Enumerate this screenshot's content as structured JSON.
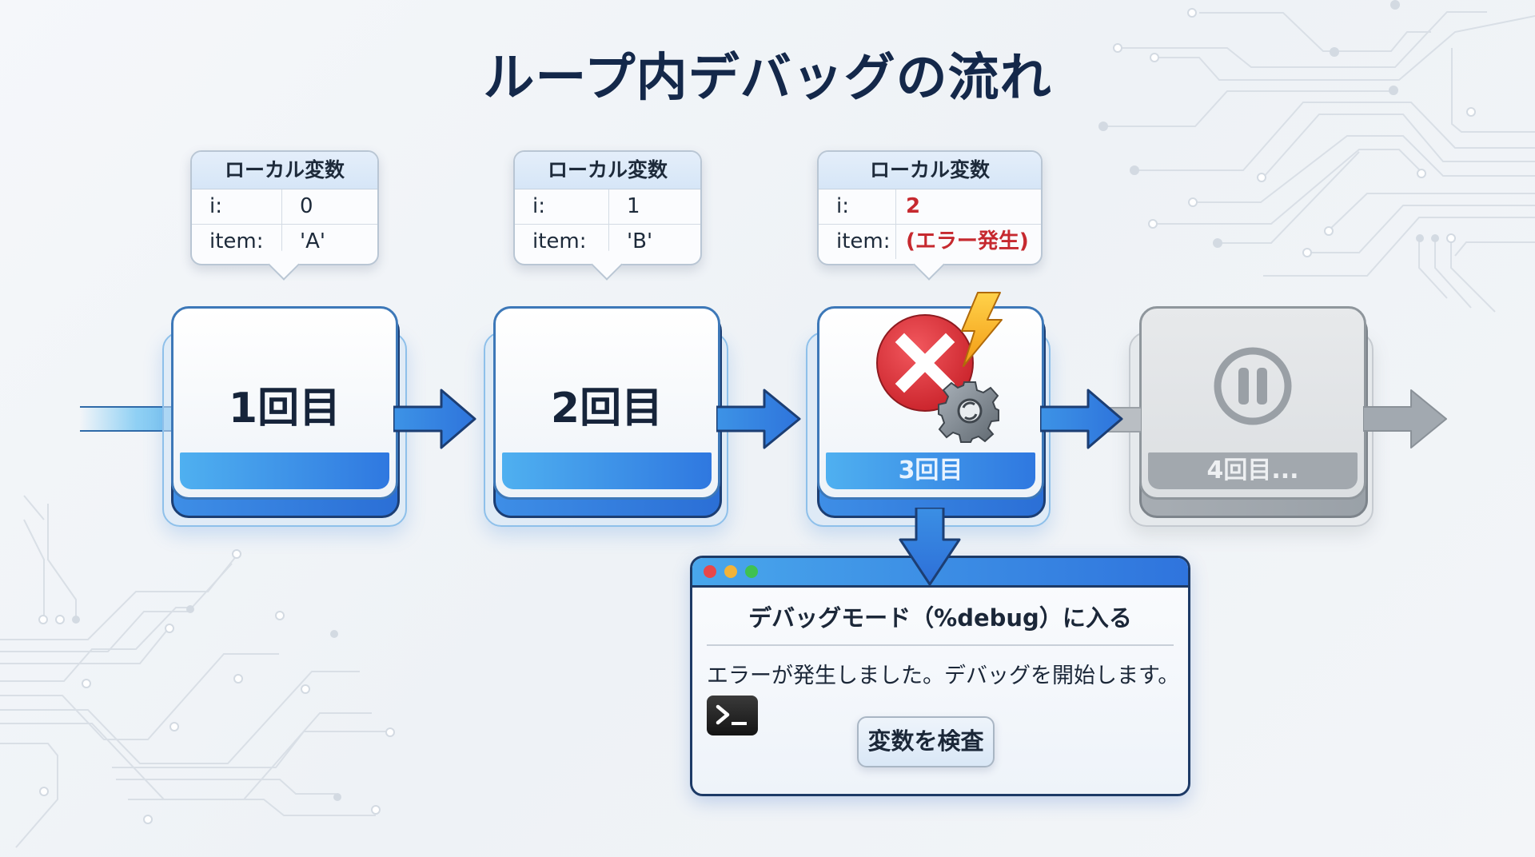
{
  "title": "ループ内デバッグの流れ",
  "variables_header": "ローカル変数",
  "iterations": [
    {
      "label": "1回目",
      "state": "completed",
      "variables": [
        {
          "name": "i:",
          "value": "0",
          "error": false
        },
        {
          "name": "item:",
          "value": "'A'",
          "error": false
        }
      ]
    },
    {
      "label": "2回目",
      "state": "completed",
      "variables": [
        {
          "name": "i:",
          "value": "1",
          "error": false
        },
        {
          "name": "item:",
          "value": "'B'",
          "error": false
        }
      ]
    },
    {
      "label": "3回目",
      "state": "error",
      "icon": "error-x-lightning-gear-icon",
      "variables": [
        {
          "name": "i:",
          "value": "2",
          "error": true
        },
        {
          "name": "item:",
          "value": "(エラー発生)",
          "error": true
        }
      ]
    },
    {
      "label": "4回目...",
      "state": "paused",
      "icon": "pause-icon"
    }
  ],
  "debug_window": {
    "heading": "デバッグモード（%debug）に入る",
    "message": "エラーが発生しました。デバッグを開始します。",
    "terminal_icon": "terminal-prompt-icon",
    "button_label": "変数を検査"
  },
  "colors": {
    "title": "#14284a",
    "accent_blue": "#2f78e0",
    "error_red": "#c6292f",
    "paused_gray": "#a2a8ae",
    "lightning": "#f5b21e"
  }
}
